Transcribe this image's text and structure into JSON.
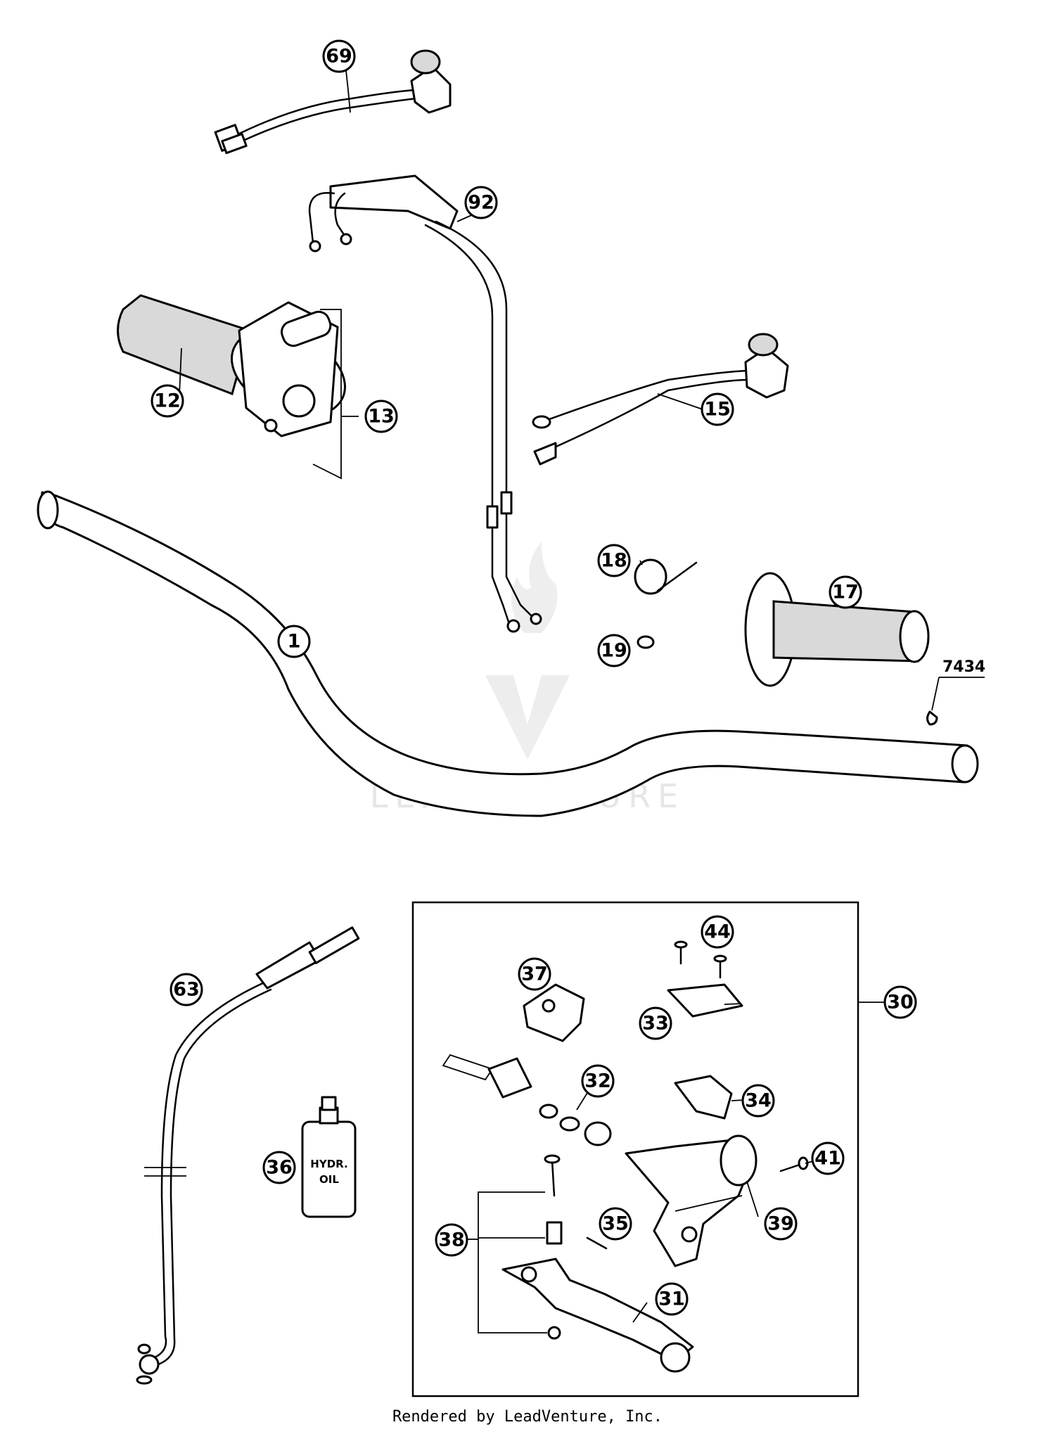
{
  "footer": "Rendered by LeadVenture, Inc.",
  "watermark": "LEADVENTURE",
  "plain_label": "7434",
  "callouts": [
    {
      "id": "69"
    },
    {
      "id": "92"
    },
    {
      "id": "12"
    },
    {
      "id": "13"
    },
    {
      "id": "15"
    },
    {
      "id": "18"
    },
    {
      "id": "17"
    },
    {
      "id": "1"
    },
    {
      "id": "19"
    },
    {
      "id": "44"
    },
    {
      "id": "37"
    },
    {
      "id": "30"
    },
    {
      "id": "63"
    },
    {
      "id": "33"
    },
    {
      "id": "32"
    },
    {
      "id": "34"
    },
    {
      "id": "41"
    },
    {
      "id": "36"
    },
    {
      "id": "39"
    },
    {
      "id": "35"
    },
    {
      "id": "38"
    },
    {
      "id": "31"
    }
  ],
  "colors": {
    "ink": "#000000",
    "paper": "#ffffff",
    "watermark": "#e6e6e6"
  }
}
